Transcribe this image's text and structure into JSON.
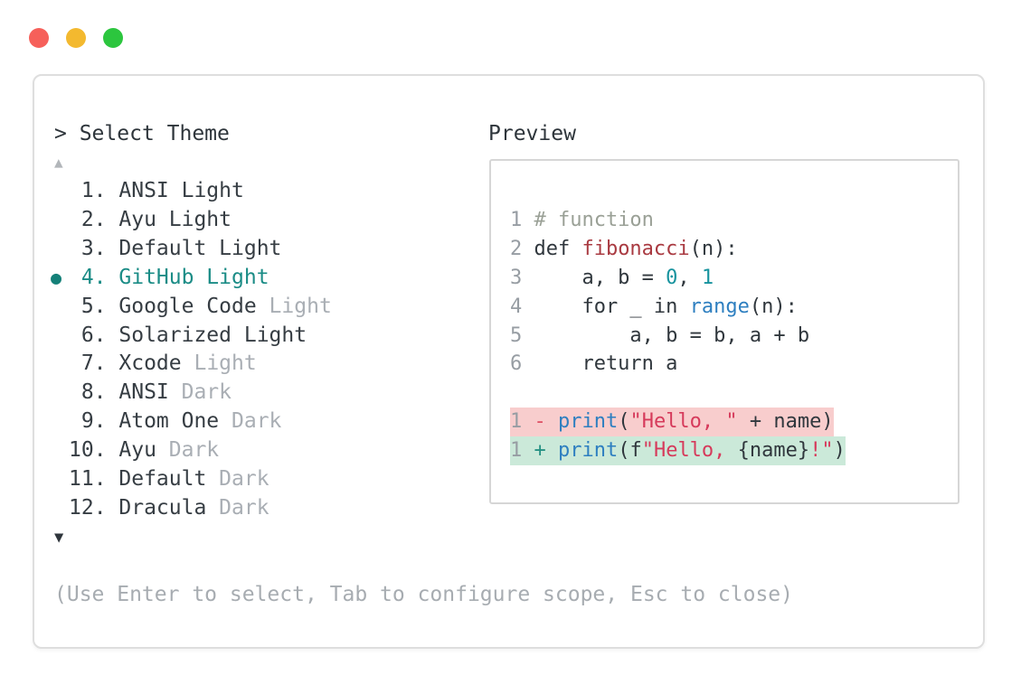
{
  "window": {
    "controls": [
      {
        "name": "close",
        "color": "#f6605a"
      },
      {
        "name": "minimize",
        "color": "#f3b92f"
      },
      {
        "name": "maximize",
        "color": "#2cc63e"
      }
    ]
  },
  "dialog": {
    "prompt_caret": ">",
    "title": "Select Theme",
    "scroll_up": "▲",
    "scroll_down": "▼",
    "selected_marker": "●",
    "hint": "(Use Enter to select, Tab to configure scope, Esc to close)",
    "items": [
      {
        "number": "1.",
        "name": "ANSI Light",
        "variant": "",
        "selected": false
      },
      {
        "number": "2.",
        "name": "Ayu Light",
        "variant": "",
        "selected": false
      },
      {
        "number": "3.",
        "name": "Default Light",
        "variant": "",
        "selected": false
      },
      {
        "number": "4.",
        "name": "GitHub Light",
        "variant": "",
        "selected": true
      },
      {
        "number": "5.",
        "name": "Google Code",
        "variant": "Light",
        "selected": false
      },
      {
        "number": "6.",
        "name": "Solarized Light",
        "variant": "",
        "selected": false
      },
      {
        "number": "7.",
        "name": "Xcode",
        "variant": "Light",
        "selected": false
      },
      {
        "number": "8.",
        "name": "ANSI",
        "variant": "Dark",
        "selected": false
      },
      {
        "number": "9.",
        "name": "Atom One",
        "variant": "Dark",
        "selected": false
      },
      {
        "number": "10.",
        "name": "Ayu",
        "variant": "Dark",
        "selected": false
      },
      {
        "number": "11.",
        "name": "Default",
        "variant": "Dark",
        "selected": false
      },
      {
        "number": "12.",
        "name": "Dracula",
        "variant": "Dark",
        "selected": false
      }
    ]
  },
  "preview": {
    "label": "Preview",
    "code_lines": [
      {
        "num": "1",
        "hl": "",
        "tokens": [
          {
            "t": "# function",
            "c": "comment"
          }
        ]
      },
      {
        "num": "2",
        "hl": "",
        "tokens": [
          {
            "t": "def ",
            "c": "text"
          },
          {
            "t": "fibonacci",
            "c": "func"
          },
          {
            "t": "(n):",
            "c": "text"
          }
        ]
      },
      {
        "num": "3",
        "hl": "",
        "tokens": [
          {
            "t": "    a, b = ",
            "c": "text"
          },
          {
            "t": "0",
            "c": "num"
          },
          {
            "t": ", ",
            "c": "text"
          },
          {
            "t": "1",
            "c": "num"
          }
        ]
      },
      {
        "num": "4",
        "hl": "",
        "tokens": [
          {
            "t": "    for _ in ",
            "c": "text"
          },
          {
            "t": "range",
            "c": "call"
          },
          {
            "t": "(n):",
            "c": "text"
          }
        ]
      },
      {
        "num": "5",
        "hl": "",
        "tokens": [
          {
            "t": "        a, b = b, a + b",
            "c": "text"
          }
        ]
      },
      {
        "num": "6",
        "hl": "",
        "tokens": [
          {
            "t": "    return a",
            "c": "text"
          }
        ]
      },
      {
        "num": "",
        "hl": "",
        "tokens": []
      },
      {
        "num": "1",
        "hl": "removed",
        "tokens": [
          {
            "t": "-",
            "c": "rm"
          },
          {
            "t": " ",
            "c": "text"
          },
          {
            "t": "print",
            "c": "call"
          },
          {
            "t": "(",
            "c": "text"
          },
          {
            "t": "\"Hello, \"",
            "c": "str"
          },
          {
            "t": " + name)",
            "c": "text"
          }
        ]
      },
      {
        "num": "1",
        "hl": "added",
        "tokens": [
          {
            "t": "+",
            "c": "add"
          },
          {
            "t": " ",
            "c": "text"
          },
          {
            "t": "print",
            "c": "call"
          },
          {
            "t": "(f",
            "c": "text"
          },
          {
            "t": "\"Hello, ",
            "c": "str"
          },
          {
            "t": "{name}",
            "c": "text"
          },
          {
            "t": "!\"",
            "c": "str"
          },
          {
            "t": ")",
            "c": "text"
          }
        ]
      }
    ]
  },
  "colors": {
    "accent_teal": "#1b8c86",
    "selected_dot": "#148078",
    "dark_text": "#30373d",
    "dim_text": "#a9aeb4",
    "line_number_gray": "#979da3",
    "comment_gray": "#9aa096",
    "function_red": "#a93a41",
    "call_blue": "#2e7fc0",
    "number_teal": "#17939e",
    "string_red": "#d63a5b",
    "removed_fg": "#df5064",
    "added_fg": "#259183",
    "removed_bg": "#f8cdcd",
    "added_bg": "#cbe9d9",
    "traffic_red": "#f6605a",
    "traffic_yellow": "#f3b92f",
    "traffic_green": "#2cc63e"
  }
}
